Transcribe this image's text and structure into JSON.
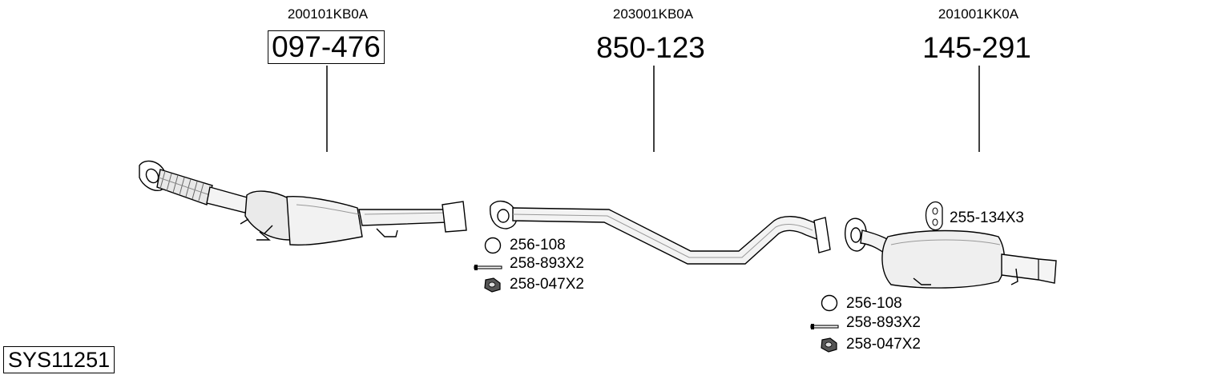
{
  "system_code": "SYS11251",
  "parts": [
    {
      "oe_number": "200101KB0A",
      "part_number": "097-476",
      "boxed": true
    },
    {
      "oe_number": "203001KB0A",
      "part_number": "850-123",
      "boxed": false
    },
    {
      "oe_number": "201001KK0A",
      "part_number": "145-291",
      "boxed": false
    }
  ],
  "accessory_groups": [
    {
      "items": [
        {
          "icon": "gasket-ring-icon",
          "label": "256-108"
        },
        {
          "icon": "bolt-icon",
          "label": "258-893X2"
        },
        {
          "icon": "nut-icon",
          "label": "258-047X2"
        }
      ]
    },
    {
      "items": [
        {
          "icon": "rubber-hanger-icon",
          "label": "255-134X3"
        }
      ]
    },
    {
      "items": [
        {
          "icon": "gasket-ring-icon",
          "label": "256-108"
        },
        {
          "icon": "bolt-icon",
          "label": "258-893X2"
        },
        {
          "icon": "nut-icon",
          "label": "258-047X2"
        }
      ]
    }
  ]
}
